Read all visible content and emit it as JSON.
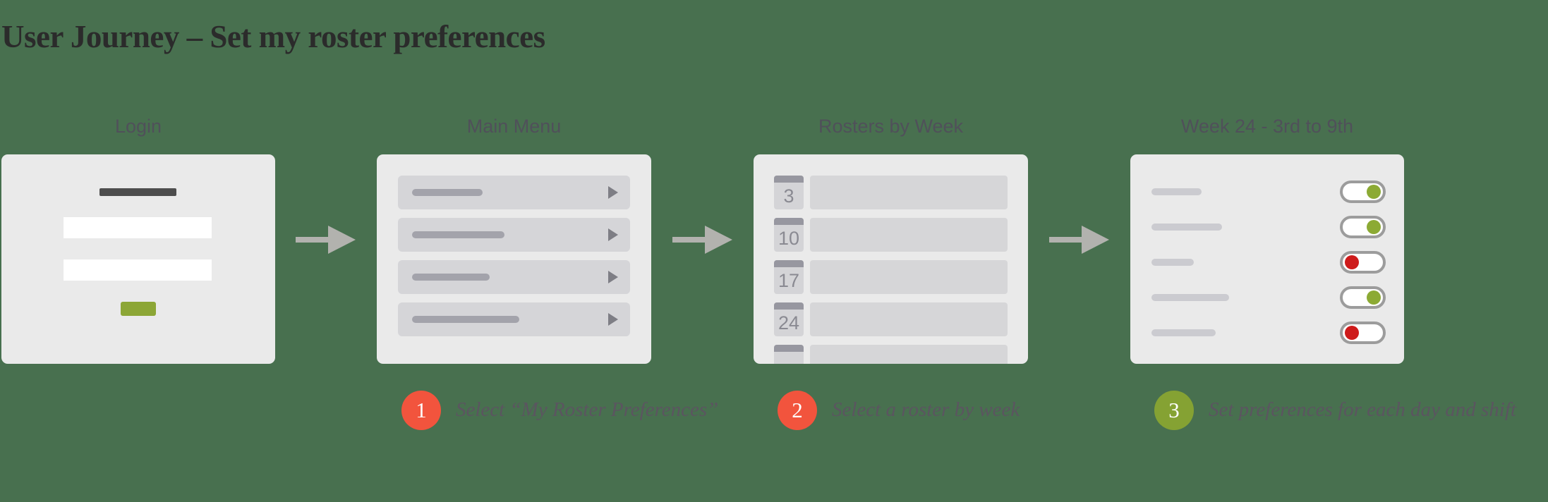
{
  "title": "User Journey – Set my roster preferences",
  "colors": {
    "background": "#48704F",
    "card": "#EAEAEA",
    "accent_green": "#8CA636",
    "toggle_on": "#8CAA34",
    "toggle_off": "#CE1B1B",
    "step_red": "#F2543D",
    "step_green": "#85A233",
    "arrow_gray": "#B2B2AE"
  },
  "panels": {
    "login": {
      "label": "Login",
      "elements": [
        "logo-placeholder",
        "username-input",
        "password-input",
        "login-button"
      ]
    },
    "menu": {
      "label": "Main Menu",
      "items": [
        {
          "placeholder": "menu-item-1"
        },
        {
          "placeholder": "menu-item-2"
        },
        {
          "placeholder": "menu-item-3"
        },
        {
          "placeholder": "menu-item-4"
        }
      ]
    },
    "rosters": {
      "label": "Rosters by Week",
      "rows": [
        {
          "day": "3"
        },
        {
          "day": "10"
        },
        {
          "day": "17"
        },
        {
          "day": "24"
        },
        {
          "day": ""
        }
      ]
    },
    "preferences": {
      "label": "Week 24 - 3rd to 9th",
      "rows": [
        {
          "state": "on"
        },
        {
          "state": "on"
        },
        {
          "state": "off"
        },
        {
          "state": "on"
        },
        {
          "state": "off"
        }
      ]
    }
  },
  "annotations": [
    {
      "number": "1",
      "color": "#F2543D",
      "text": "Select “My Roster Preferences”"
    },
    {
      "number": "2",
      "color": "#F2543D",
      "text": "Select a roster by week"
    },
    {
      "number": "3",
      "color": "#85A233",
      "text": "Set preferences for each day and shift"
    }
  ]
}
